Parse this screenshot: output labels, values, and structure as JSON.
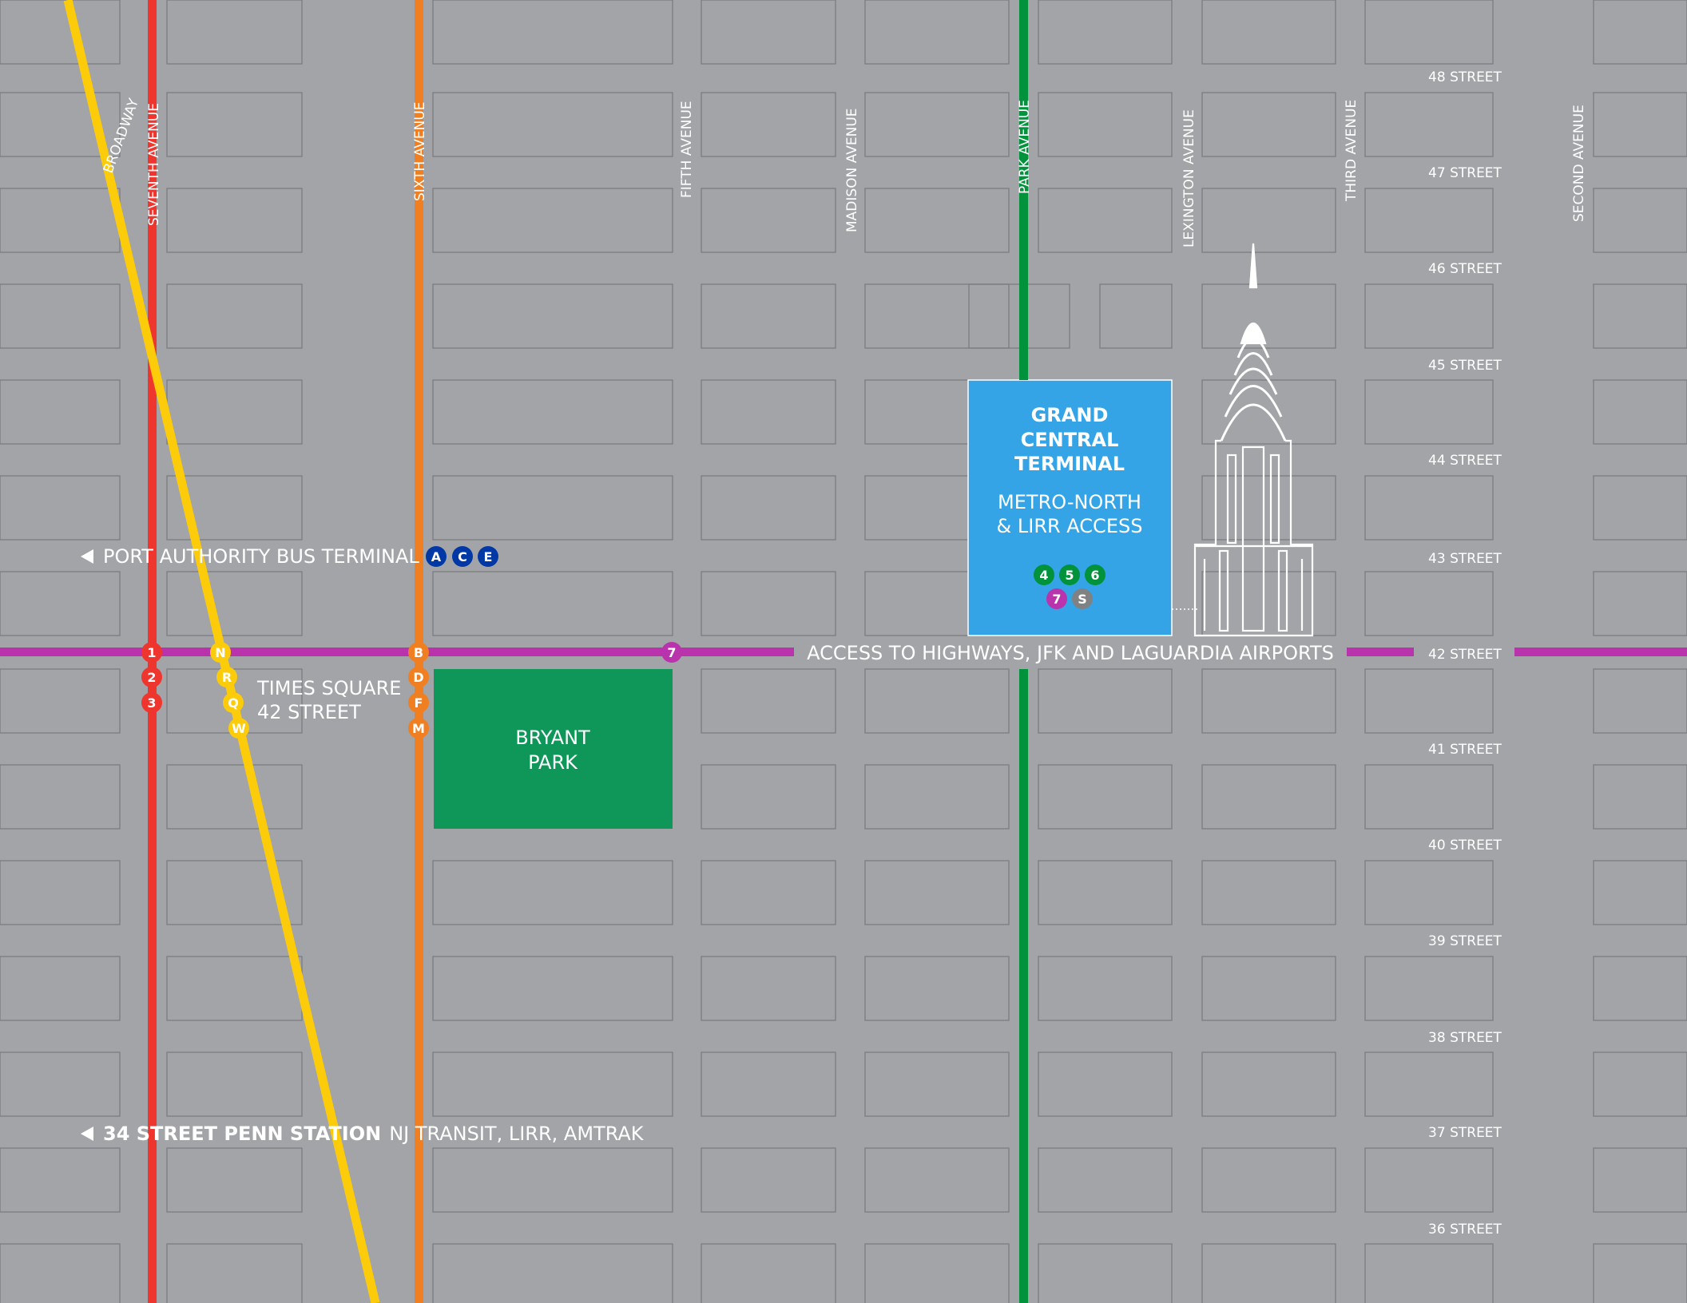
{
  "streets": [
    "48 STREET",
    "47 STREET",
    "46 STREET",
    "45 STREET",
    "44 STREET",
    "43 STREET",
    "42 STREET",
    "41 STREET",
    "40 STREET",
    "39 STREET",
    "38 STREET",
    "37 STREET",
    "36 STREET"
  ],
  "avenues": {
    "broadway": "BROADWAY",
    "seventh": "SEVENTH AVENUE",
    "sixth": "SIXTH AVENUE",
    "fifth": "FIFTH AVENUE",
    "madison": "MADISON AVENUE",
    "park": "PARK AVENUE",
    "lexington": "LEXINGTON AVENUE",
    "third": "THIRD AVENUE",
    "second": "SECOND AVENUE"
  },
  "landmarks": {
    "grand_central": {
      "title_lines": [
        "GRAND",
        "CENTRAL",
        "TERMINAL"
      ],
      "subtitle_lines": [
        "METRO-NORTH",
        "& LIRR ACCESS"
      ]
    },
    "bryant_park": {
      "lines": [
        "BRYANT",
        "PARK"
      ]
    },
    "times_square": {
      "lines": [
        "TIMES SQUARE",
        "42 STREET"
      ]
    },
    "building_icon": "chrysler-building-icon"
  },
  "callouts": {
    "port_authority": "PORT AUTHORITY BUS TERMINAL",
    "penn_station_bold": "34 STREET PENN STATION",
    "penn_station_rest": "NJ TRANSIT, LIRR, AMTRAK",
    "access": "ACCESS TO HIGHWAYS, JFK AND LAGUARDIA AIRPORTS"
  },
  "subway": {
    "red": {
      "color": "#ee352e",
      "routes": [
        "1",
        "2",
        "3"
      ]
    },
    "yellow": {
      "color": "#fccc0a",
      "routes": [
        "N",
        "R",
        "Q",
        "W"
      ]
    },
    "orange": {
      "color": "#f07f22",
      "routes": [
        "B",
        "D",
        "F",
        "M"
      ]
    },
    "green": {
      "color": "#00933c",
      "routes": [
        "4",
        "5",
        "6"
      ]
    },
    "purple": {
      "color": "#b933ad",
      "routes": [
        "7"
      ]
    },
    "shuttle": {
      "color": "#808183",
      "routes": [
        "S"
      ]
    },
    "blue": {
      "color": "#0039a6",
      "routes": [
        "A",
        "C",
        "E"
      ]
    }
  },
  "colors": {
    "background": "#a3a4a7",
    "grand_central": "#34a4e6",
    "bryant_park": "#0f975a"
  }
}
